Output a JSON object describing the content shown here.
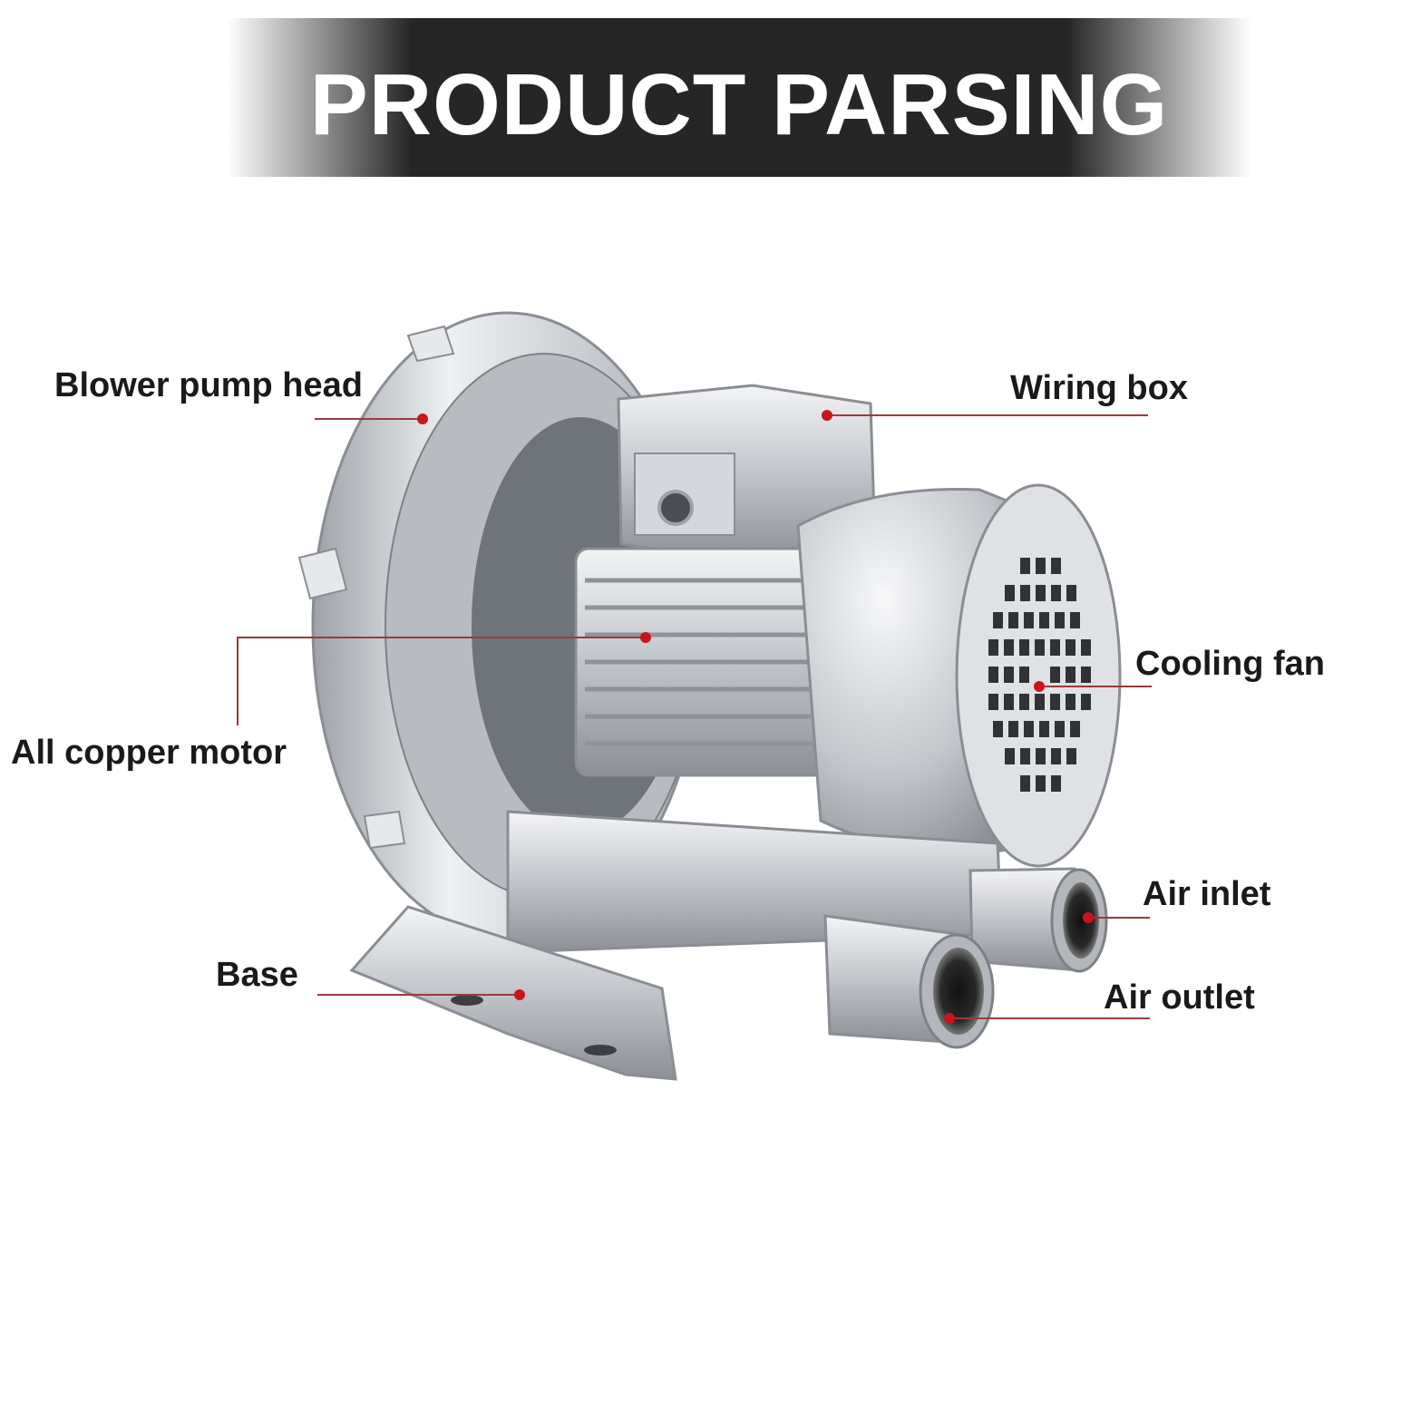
{
  "header": {
    "title": "PRODUCT PARSING"
  },
  "callouts": {
    "blower_pump_head": "Blower pump head",
    "wiring_box": "Wiring box",
    "all_copper_motor": "All copper motor",
    "cooling_fan": "Cooling fan",
    "air_inlet": "Air inlet",
    "air_outlet": "Air outlet",
    "base": "Base"
  },
  "colors": {
    "banner": "#262626",
    "callout_line": "#9a3b3b",
    "callout_dot": "#c8161d",
    "metal": "#c9ccd0"
  }
}
